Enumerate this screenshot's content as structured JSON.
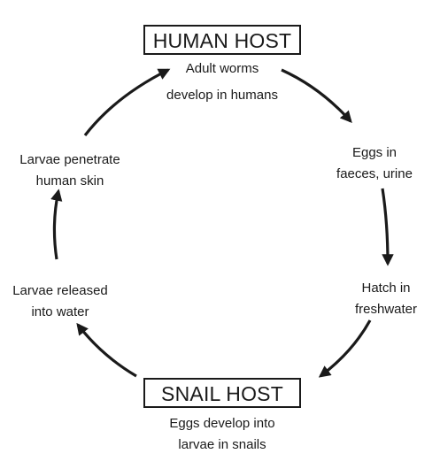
{
  "nodes": {
    "human_host": "HUMAN HOST",
    "snail_host": "SNAIL HOST"
  },
  "labels": {
    "adult_worms_line1": "Adult worms",
    "adult_worms_line2": "develop in humans",
    "eggs_line1": "Eggs in",
    "eggs_line2": "faeces, urine",
    "hatch_line1": "Hatch in",
    "hatch_line2": "freshwater",
    "snail_eggs_line1": "Eggs develop into",
    "snail_eggs_line2": "larvae in snails",
    "released_line1": "Larvae released",
    "released_line2": "into water",
    "penetrate_line1": "Larvae penetrate",
    "penetrate_line2": "human skin"
  },
  "colors": {
    "ink": "#1a1a1a"
  }
}
